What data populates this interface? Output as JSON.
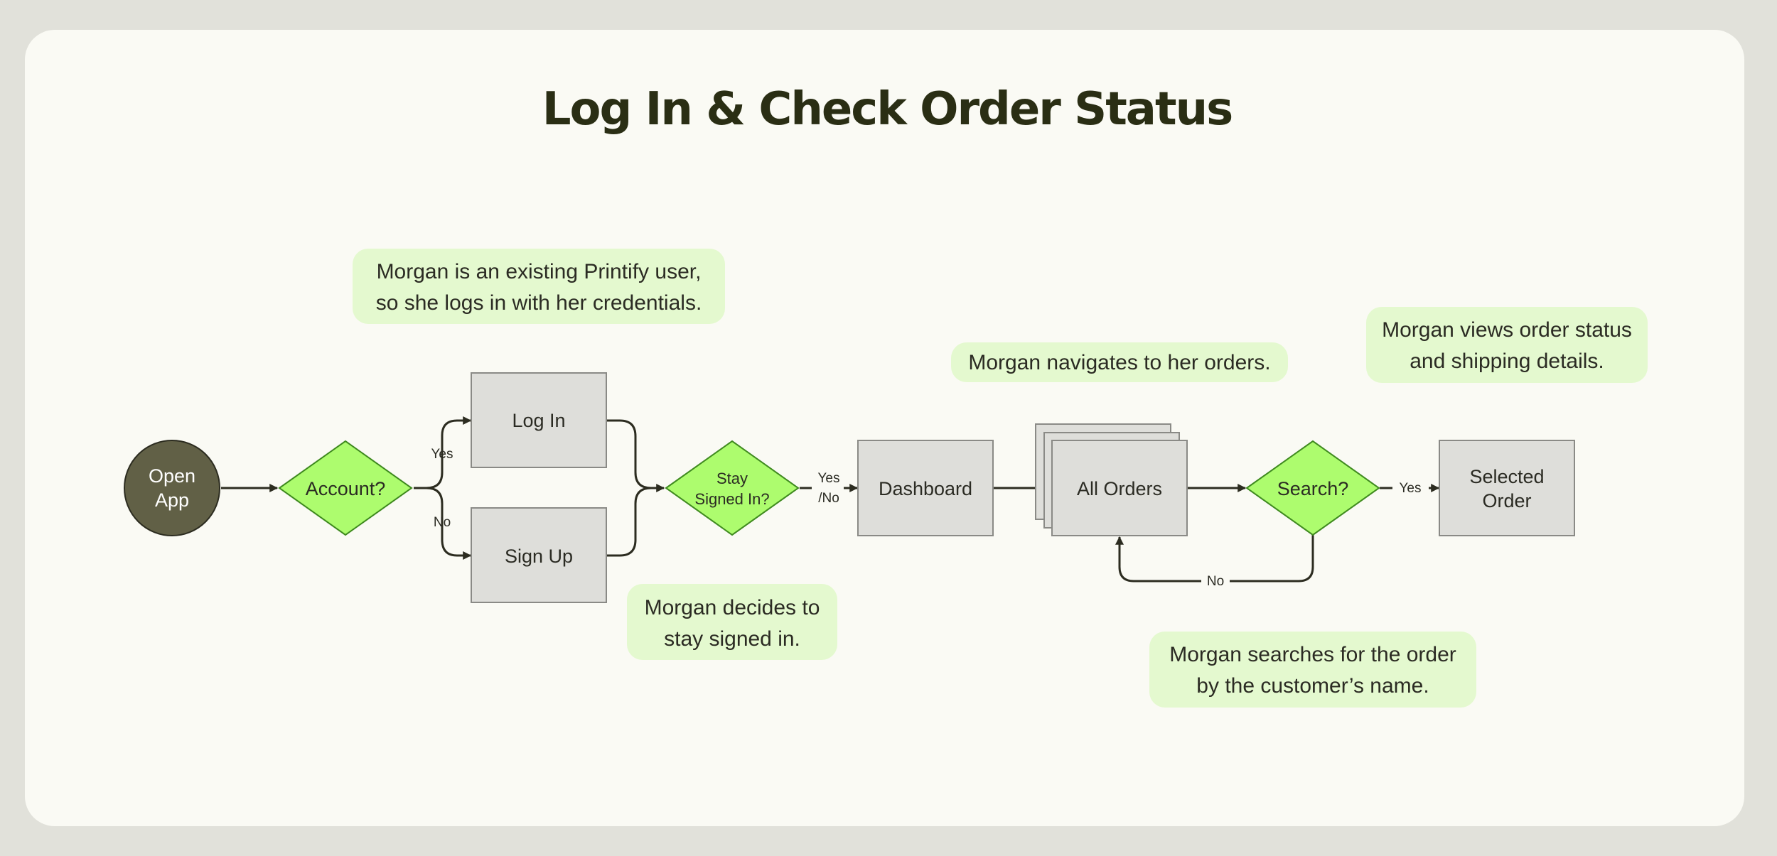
{
  "title": "Log In & Check Order Status",
  "colors": {
    "background": "#e1e1da",
    "card": "#fafaf4",
    "title": "#2a2e14",
    "process_fill": "#dededa",
    "decision_fill": "#adfc6e",
    "start_fill": "#616046",
    "note_fill": "#e4f9cf",
    "connector": "#2c2c20"
  },
  "nodes": {
    "open_app": [
      "Open",
      "App"
    ],
    "account": "Account?",
    "log_in": "Log In",
    "sign_up": "Sign Up",
    "stay_signed_in": [
      "Stay",
      "Signed In?"
    ],
    "dashboard": "Dashboard",
    "all_orders": "All Orders",
    "search": "Search?",
    "selected_order": [
      "Selected",
      "Order"
    ]
  },
  "edges": {
    "account_yes": "Yes",
    "account_no": "No",
    "stay_yes_no": [
      "Yes",
      "/No"
    ],
    "search_yes": "Yes",
    "search_no": "No"
  },
  "notes": {
    "login": [
      "Morgan is an existing Printify user,",
      "so she logs in with her credentials."
    ],
    "stay": [
      "Morgan decides to",
      "stay signed in."
    ],
    "navigate": [
      "Morgan navigates to her orders."
    ],
    "view": [
      "Morgan views order status",
      "and shipping details."
    ],
    "search": [
      "Morgan searches for the order",
      "by the customer’s name."
    ]
  }
}
